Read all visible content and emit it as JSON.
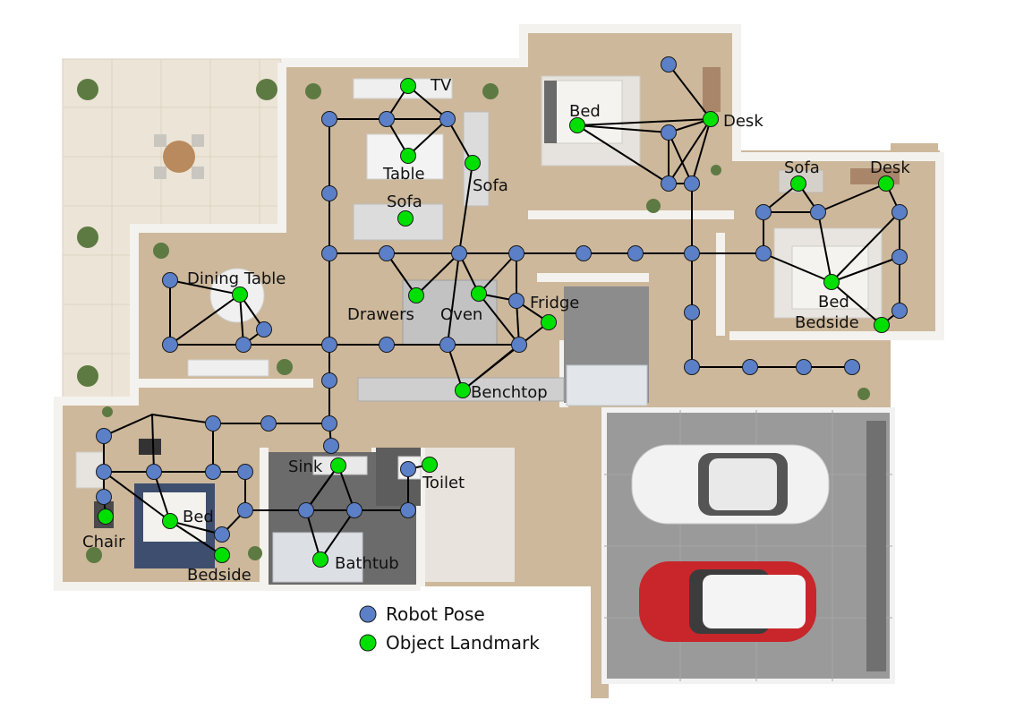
{
  "colors": {
    "robot_pose": "#5b80c8",
    "object_landmark": "#00e000",
    "edge": "#000000"
  },
  "legend": {
    "robot_pose": "Robot Pose",
    "object_landmark": "Object Landmark"
  },
  "landmarks": [
    {
      "id": "tv",
      "label": "TV"
    },
    {
      "id": "table",
      "label": "Table"
    },
    {
      "id": "sofa-living",
      "label": "Sofa"
    },
    {
      "id": "sofa-right",
      "label": "Sofa"
    },
    {
      "id": "bed-top",
      "label": "Bed"
    },
    {
      "id": "desk-top",
      "label": "Desk"
    },
    {
      "id": "sofa-east",
      "label": "Sofa"
    },
    {
      "id": "desk-east",
      "label": "Desk"
    },
    {
      "id": "bed-east",
      "label": "Bed"
    },
    {
      "id": "bedside-east",
      "label": "Bedside"
    },
    {
      "id": "dining-table",
      "label": "Dining Table"
    },
    {
      "id": "drawers",
      "label": "Drawers"
    },
    {
      "id": "oven",
      "label": "Oven"
    },
    {
      "id": "fridge",
      "label": "Fridge"
    },
    {
      "id": "benchtop",
      "label": "Benchtop"
    },
    {
      "id": "sink",
      "label": "Sink"
    },
    {
      "id": "toilet",
      "label": "Toilet"
    },
    {
      "id": "bed-sw",
      "label": "Bed"
    },
    {
      "id": "chair",
      "label": "Chair"
    },
    {
      "id": "bedside-sw",
      "label": "Bedside"
    },
    {
      "id": "bathtub",
      "label": "Bathtub"
    }
  ]
}
